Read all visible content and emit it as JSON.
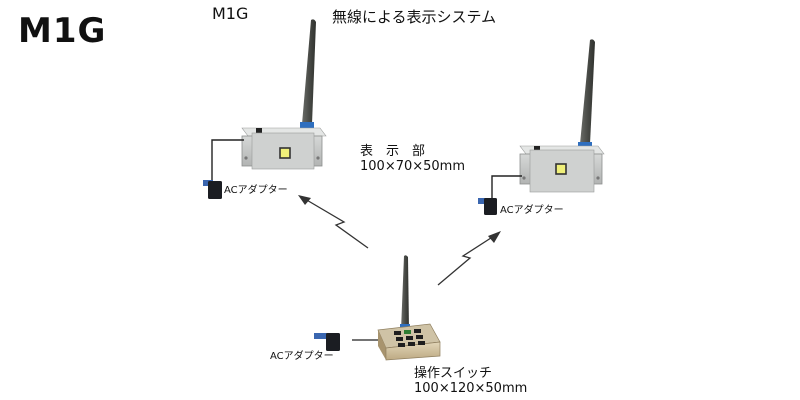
{
  "header": {
    "big_title": "M1G",
    "small_title": "M1G",
    "system_title": "無線による表示システム"
  },
  "display_unit": {
    "name": "表　示　部",
    "dimensions": "100×70×50mm"
  },
  "switch_unit": {
    "name": "操作スイッチ",
    "dimensions": "100×120×50mm"
  },
  "adapters": {
    "left_label": "ACアダプター",
    "right_label": "ACアダプター",
    "switch_label": "ACアダプター"
  },
  "colors": {
    "antenna": "#4d4f4b",
    "antenna_base": "#2f6fbf",
    "housing": "#c4c6c5",
    "housing_shadow": "#a6a8a7",
    "led": "#f0f07a",
    "adapter": "#1b1d22",
    "adapter_tab": "#3a66b0",
    "switch_body": "#d7c9a8",
    "cable": "#222222"
  }
}
